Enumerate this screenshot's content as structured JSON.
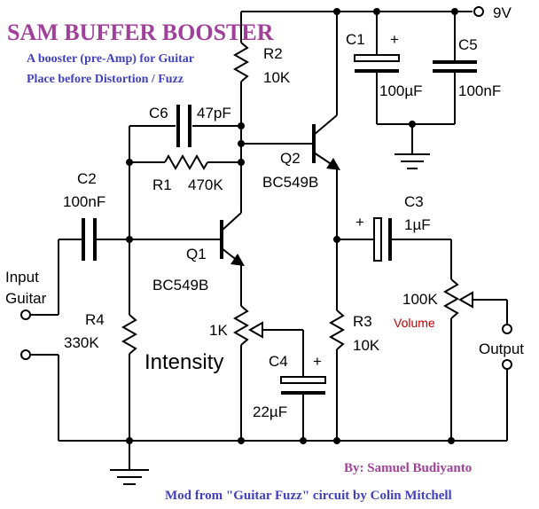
{
  "title": "SAM BUFFER BOOSTER",
  "subtitle_1": "A booster (pre-Amp) for Guitar",
  "subtitle_2": "Place before Distortion / Fuzz",
  "supply": "9V",
  "components": {
    "c1": {
      "name": "C1",
      "value": "100µF",
      "polarity": "+"
    },
    "c2": {
      "name": "C2",
      "value": "100nF"
    },
    "c3": {
      "name": "C3",
      "value": "1µF",
      "polarity": "+"
    },
    "c4": {
      "name": "C4",
      "value": "22µF",
      "polarity": "+"
    },
    "c5": {
      "name": "C5",
      "value": "100nF"
    },
    "c6": {
      "name": "C6",
      "value": "47pF"
    },
    "r1": {
      "name": "R1",
      "value": "470K"
    },
    "r2": {
      "name": "R2",
      "value": "10K"
    },
    "r3": {
      "name": "R3",
      "value": "10K"
    },
    "r4": {
      "name": "R4",
      "value": "330K"
    },
    "q1": {
      "name": "Q1",
      "part": "BC549B"
    },
    "q2": {
      "name": "Q2",
      "part": "BC549B"
    },
    "pot_intensity": {
      "value": "1K",
      "label": "Intensity"
    },
    "pot_volume": {
      "value": "100K",
      "label": "Volume"
    }
  },
  "input_label_1": "Input",
  "input_label_2": "Guitar",
  "output_label": "Output",
  "credit_by": "By: Samuel Budiyanto",
  "credit_mod": "Mod from \"Guitar Fuzz\" circuit by Colin Mitchell",
  "colors": {
    "title": "#a0409a",
    "subtitle": "#4040c0",
    "volume": "#c00000"
  }
}
